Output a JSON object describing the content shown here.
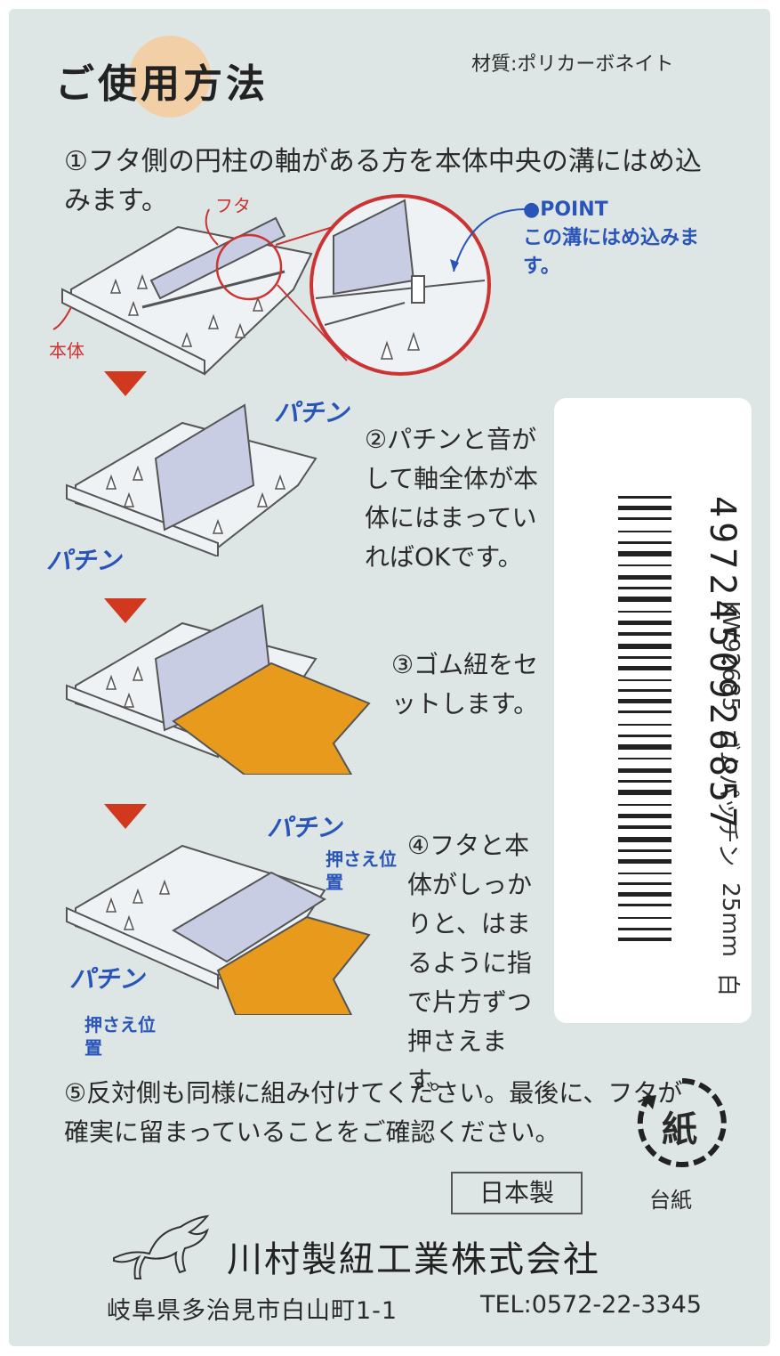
{
  "title": "ご使用方法",
  "material": "材質:ポリカーボネイト",
  "steps": {
    "step1": "①フタ側の円柱の軸がある方を本体中央の溝にはめ込みます。",
    "step2": "②パチンと音がして軸全体が本体にはまっていればOKです。",
    "step3": "③ゴム紐をセットします。",
    "step4": "④フタと本体がしっかりと、はまるように指で片方ずつ押さえます。",
    "step5": "⑤反対側も同様に組み付けてください。最後に、フタが確実に留まっていることをご確認ください。"
  },
  "diagram_labels": {
    "futa": "フタ",
    "hontai": "本体",
    "point_title": "●POINT",
    "point_text": "この溝にはめ込みます。",
    "pachin": "パチン",
    "osae": "押さえ位置"
  },
  "product_label": {
    "code": "KW92685",
    "name": "ゴムパッチン",
    "size": "25mm",
    "color": "白",
    "barcode_number": "4972450926857"
  },
  "made_in": "日本製",
  "recycle_mark": "紙",
  "recycle_caption": "台紙",
  "company": "川村製紐工業株式会社",
  "address": "岐阜県多治見市白山町1-1",
  "tel": "TEL:0572-22-3345",
  "colors": {
    "card": "#dde6e4",
    "accent_red": "#d0391e",
    "accent_blue": "#2a55b8",
    "band_orange": "#e89a1c",
    "title_dot": "#f2cfa6"
  }
}
